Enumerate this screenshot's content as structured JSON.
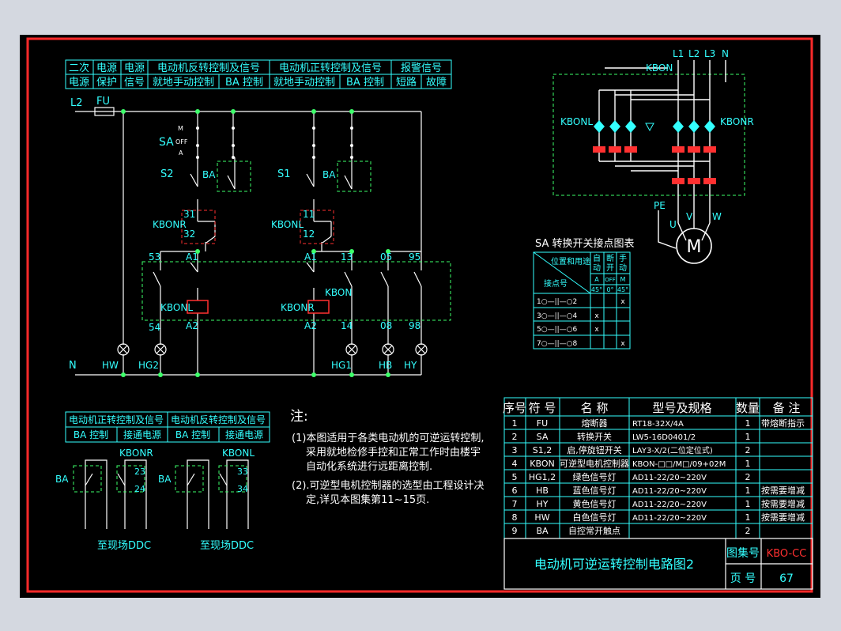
{
  "header_top": [
    "二次",
    "电源",
    "电源",
    "电动机反转控制及信号",
    "电动机正转控制及信号",
    "报警信号"
  ],
  "header_bottom": [
    "电源",
    "保护",
    "信号",
    "就地手动控制",
    "BA 控制",
    "就地手动控制",
    "BA 控制",
    "短路",
    "故障"
  ],
  "labels": {
    "L2": "L2",
    "FU": "FU",
    "N": "N",
    "SA": "SA",
    "M": "M",
    "OFF": "OFF",
    "A": "A",
    "S2": "S2",
    "S1": "S1",
    "BA": "BA",
    "KBONR": "KBONR",
    "KBONL": "KBONL",
    "KBON": "KBON",
    "t31": "31",
    "t32": "32",
    "t11": "11",
    "t12": "12",
    "t53": "53",
    "tA1": "A1",
    "t13": "13",
    "t05": "05",
    "t95": "95",
    "t54": "54",
    "tA2": "A2",
    "t14": "14",
    "t08": "08",
    "t98": "98",
    "HW": "HW",
    "HG2": "HG2",
    "HG1": "HG1",
    "HB": "HB",
    "HY": "HY"
  },
  "motor": {
    "phases": [
      "L1",
      "L2",
      "L3",
      "N"
    ],
    "PE": "PE",
    "U": "U",
    "V": "V",
    "W": "W",
    "symbol": "M"
  },
  "sa_table": {
    "title": "SA 转换开关接点图表",
    "head_a": "位置和用途",
    "head_b": "接点号",
    "cols": [
      [
        "自",
        "动"
      ],
      [
        "断",
        "开"
      ],
      [
        "手",
        "动"
      ]
    ],
    "col_codes": [
      "A",
      "OFF",
      "M"
    ],
    "angles": [
      "45°",
      "0°",
      "45°"
    ],
    "rows": [
      {
        "c": "1○—||—○2",
        "v": [
          "",
          "",
          "x"
        ]
      },
      {
        "c": "3○—||—○4",
        "v": [
          "x",
          "",
          ""
        ]
      },
      {
        "c": "5○—||—○6",
        "v": [
          "x",
          "",
          ""
        ]
      },
      {
        "c": "7○—||—○8",
        "v": [
          "",
          "",
          "x"
        ]
      }
    ]
  },
  "lower_header_top": [
    "电动机正转控制及信号",
    "电动机反转控制及信号"
  ],
  "lower_header_bottom": [
    "BA 控制",
    "接通电源",
    "BA 控制",
    "接通电源"
  ],
  "lower_labels": {
    "BA": "BA",
    "KBONR": "KBONR",
    "KBONL": "KBONL",
    "t23": "23",
    "t24": "24",
    "t33": "33",
    "t34": "34",
    "ddc": "至现场DDC"
  },
  "notes": {
    "title": "注:",
    "lines": [
      "(1)本图适用于各类电动机的可逆运转控制,",
      "采用就地检修手控和正常工作时由楼宇",
      "自动化系统进行远距离控制.",
      "(2).可逆型电机控制器的选型由工程设计决",
      "定,详见本图集第11~15页."
    ]
  },
  "parts": {
    "headers": [
      "序号",
      "符 号",
      "名 称",
      "型号及规格",
      "数量",
      "备 注"
    ],
    "rows": [
      [
        "1",
        "FU",
        "熔断器",
        "RT18-32X/4A",
        "1",
        "带熔断指示"
      ],
      [
        "2",
        "SA",
        "转换开关",
        "LW5-16D0401/2",
        "1",
        ""
      ],
      [
        "3",
        "S1,2",
        "启,停旋钮开关",
        "LAY3-X/2(二位定位式)",
        "2",
        ""
      ],
      [
        "4",
        "KBON",
        "可逆型电机控制器",
        "KBON-□□/M□/09+02M",
        "1",
        ""
      ],
      [
        "5",
        "HG1,2",
        "绿色信号灯",
        "AD11-22/20~220V",
        "2",
        ""
      ],
      [
        "6",
        "HB",
        "蓝色信号灯",
        "AD11-22/20~220V",
        "1",
        "按需要增减"
      ],
      [
        "7",
        "HY",
        "黄色信号灯",
        "AD11-22/20~220V",
        "1",
        "按需要增减"
      ],
      [
        "8",
        "HW",
        "白色信号灯",
        "AD11-22/20~220V",
        "1",
        "按需要增减"
      ],
      [
        "9",
        "BA",
        "自控常开触点",
        "",
        "2",
        ""
      ]
    ]
  },
  "title_block": {
    "title": "电动机可逆运转控制电路图2",
    "atlas_label": "图集号",
    "atlas_no": "KBO-CC",
    "page_label": "页 号",
    "page_no": "67"
  },
  "colors": {
    "frame": "#ff2a2a",
    "wire": "#ffffff",
    "cyan": "#33ffff",
    "green": "#3dff6a",
    "red": "#ff3030"
  }
}
